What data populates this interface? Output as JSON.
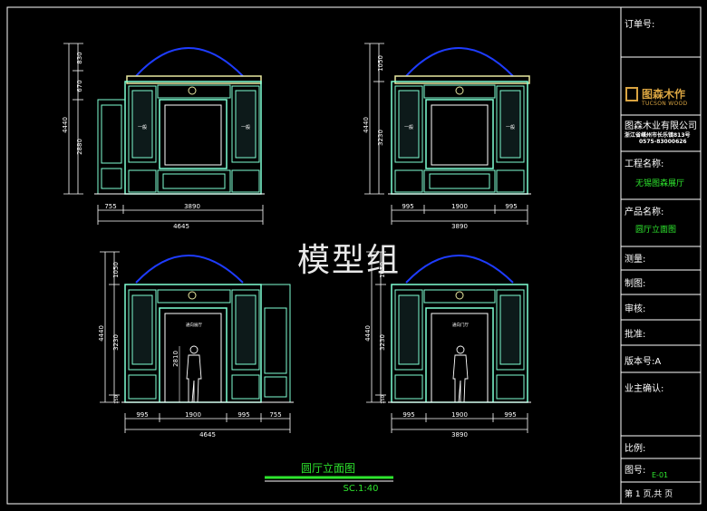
{
  "watermark": "模型组",
  "drawing": {
    "title": "圆厅立面图",
    "scale": "SC.1:40",
    "elevations": [
      {
        "id": "top-left",
        "height_total": "4440",
        "heights": [
          "830",
          "670",
          "2880"
        ],
        "widths": [
          "755",
          "3890"
        ],
        "overall": "4645",
        "panel_mark": "一般"
      },
      {
        "id": "top-right",
        "height_total": "4440",
        "heights": [
          "1050",
          "3230"
        ],
        "widths": [
          "995",
          "1900",
          "995"
        ],
        "overall": "3890",
        "panel_mark": "一般"
      },
      {
        "id": "bottom-left",
        "height_total": "4440",
        "heights": [
          "1050",
          "3230",
          "150"
        ],
        "widths": [
          "995",
          "1900",
          "995",
          "755"
        ],
        "overall": "4645",
        "door_height": "2810",
        "door_label": "通向展厅"
      },
      {
        "id": "bottom-right",
        "height_total": "4440",
        "heights": [
          "1050",
          "3230",
          "150"
        ],
        "widths": [
          "995",
          "1900",
          "995"
        ],
        "overall": "3890",
        "door_label": "通向门厅"
      }
    ]
  },
  "title_block": {
    "order_no_label": "订单号:",
    "logo_cn": "图森木作",
    "logo_en": "TUCSON WOOD",
    "company": "图森木业有限公司",
    "address": "浙江省嵊州市长乐镇813号",
    "phone": "0575-83000626",
    "project_label": "工程名称:",
    "project_value": "无锡图森展厅",
    "product_label": "产品名称:",
    "product_value": "圆厅立面图",
    "measure_label": "测量:",
    "drafter_label": "制图:",
    "review_label": "审核:",
    "approve_label": "批准:",
    "version_label": "版本号:A",
    "owner_label": "业主确认:",
    "ratio_label": "比例:",
    "drawing_no_label": "图号:",
    "drawing_no_value": "E-01",
    "page_label": "第 1 页,共  页"
  },
  "colors": {
    "frame": "#ffffff",
    "panel": "#7fffd4",
    "arch": "#1e3cff",
    "dim": "#ffffff",
    "text_green": "#2ee62e",
    "logo": "#d9a441"
  }
}
